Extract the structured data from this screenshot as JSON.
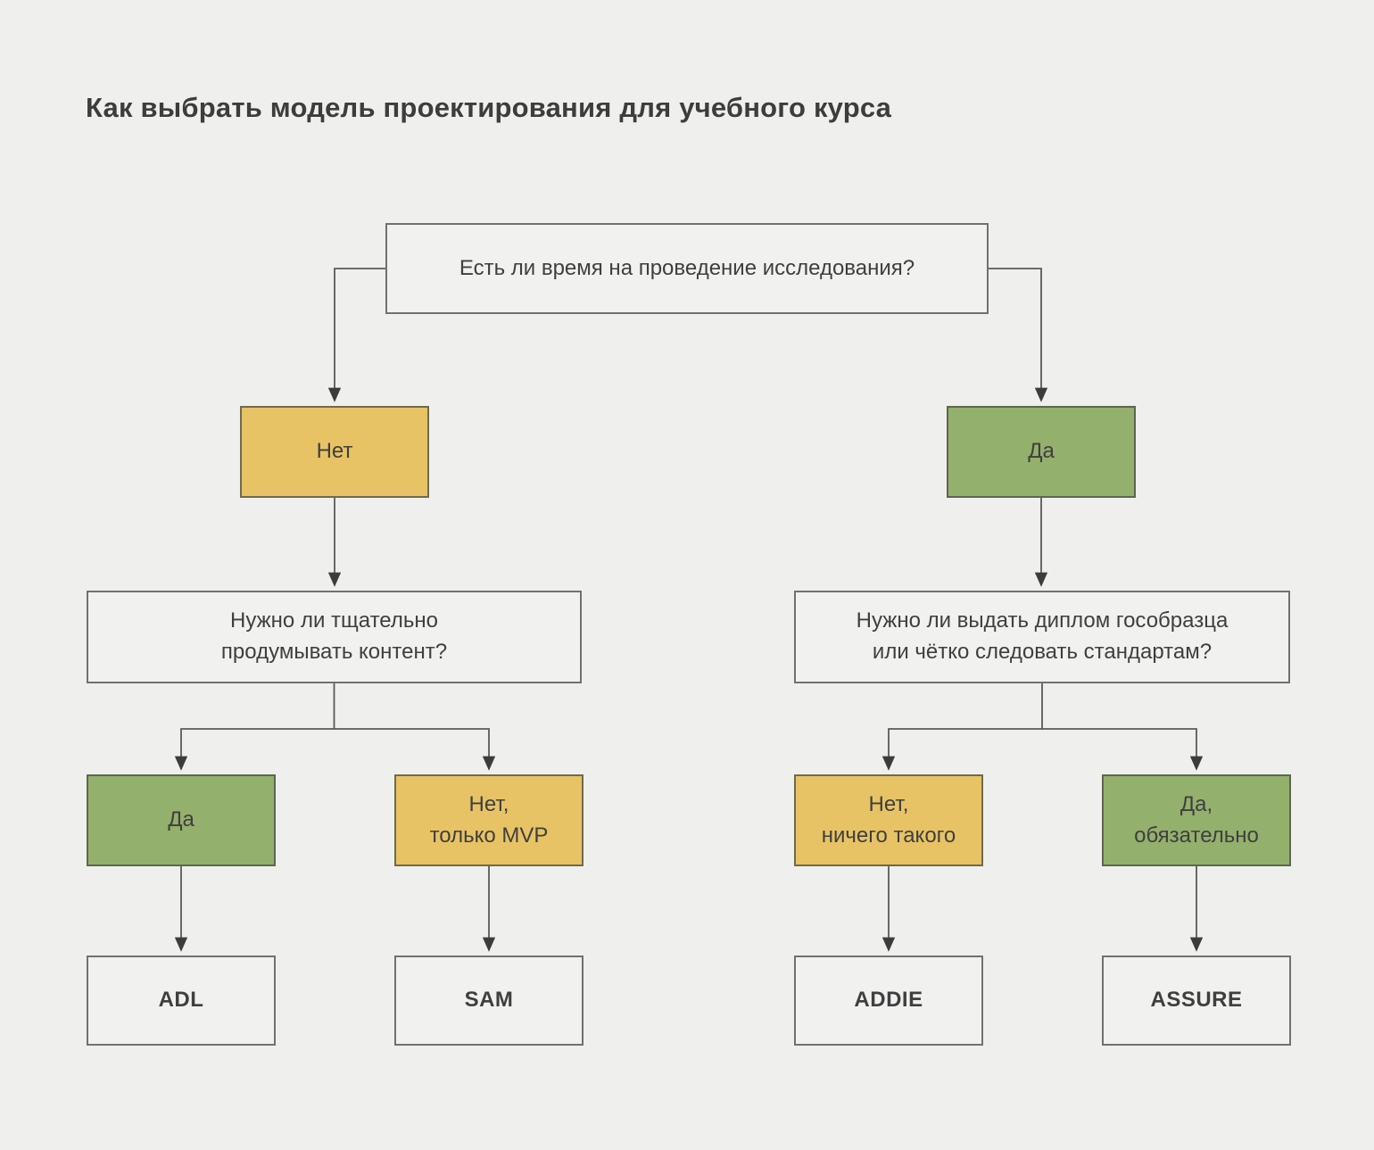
{
  "title": "Как выбрать модель проектирования для учебного курса",
  "palette": {
    "background": "#efefee",
    "plain_box_fill": "#f1f1f0",
    "plain_box_border": "#71726f",
    "no_fill": "#e7c365",
    "no_border": "#6f6a4e",
    "yes_fill": "#93b06d",
    "yes_border": "#5d6651",
    "connector": "#5a5b58",
    "arrowhead": "#3b3d3a",
    "text": "#3f3f3f"
  },
  "nodes": {
    "root_question": "Есть ли время на проведение исследования?",
    "no": "Нет",
    "yes": "Да",
    "left_question": "Нужно ли тщательно\nпродумывать контент?",
    "right_question": "Нужно ли выдать диплом гособразца\nили чётко следовать стандартам?",
    "answer_yes": "Да",
    "answer_no_mvp": "Нет,\nтолько MVP",
    "answer_no_nothing": "Нет,\nничего такого",
    "answer_yes_required": "Да,\nобязательно",
    "result_adl": "ADL",
    "result_sam": "SAM",
    "result_addie": "ADDIE",
    "result_assure": "ASSURE"
  }
}
